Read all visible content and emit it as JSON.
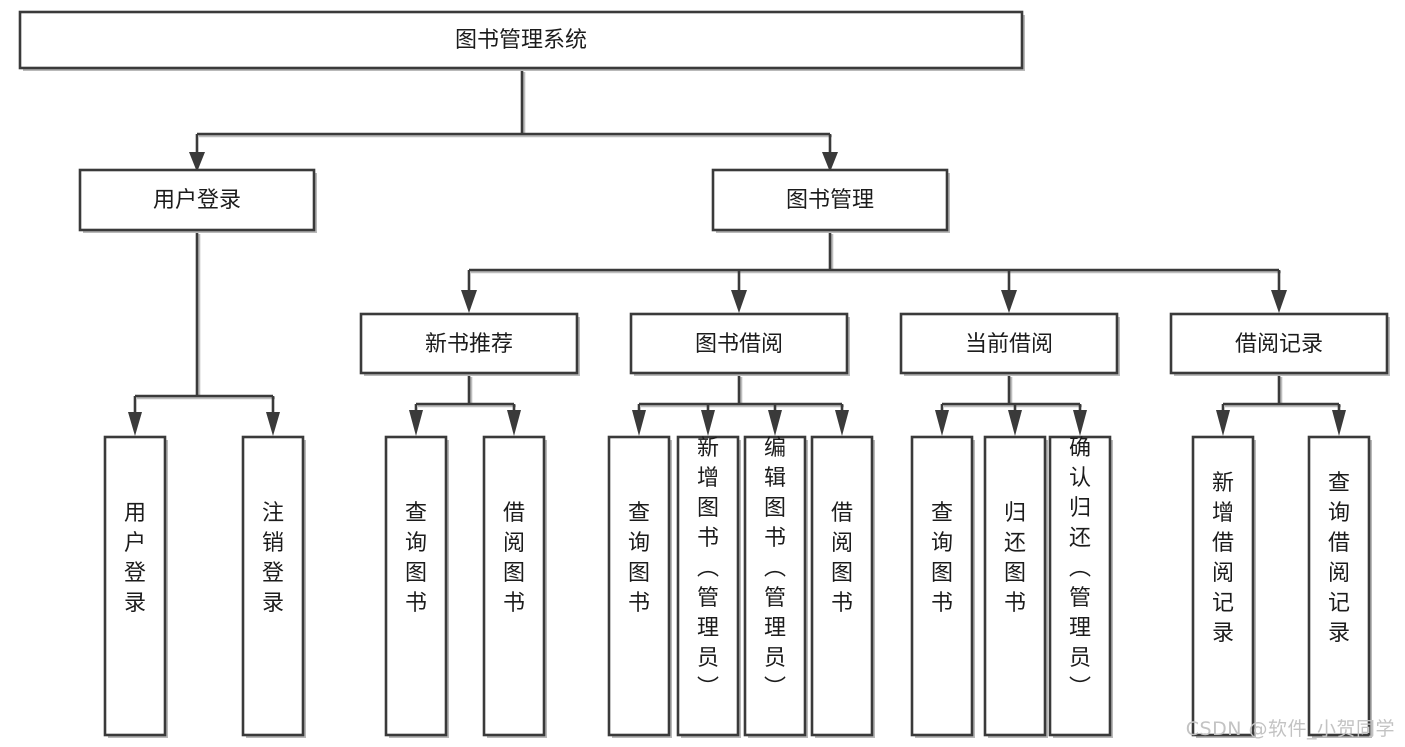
{
  "diagram": {
    "type": "tree",
    "title": "图书管理系统",
    "orientation": "top-down",
    "style": {
      "box_fill": "#ffffff",
      "box_stroke": "#3a3a3a",
      "text_color": "#1c1c1c",
      "background": "#ffffff",
      "shadow_color": "#bdbdbd"
    },
    "levels": 4,
    "nodes": {
      "root": {
        "label": "图书管理系统"
      },
      "level2": [
        {
          "label": "用户登录"
        },
        {
          "label": "图书管理"
        }
      ],
      "level3": [
        {
          "label": "新书推荐"
        },
        {
          "label": "图书借阅"
        },
        {
          "label": "当前借阅"
        },
        {
          "label": "借阅记录"
        }
      ],
      "leaves_user_login": [
        {
          "label": "用户登录"
        },
        {
          "label": "注销登录"
        }
      ],
      "leaves_new_book": [
        {
          "label": "查询图书"
        },
        {
          "label": "借阅图书"
        }
      ],
      "leaves_book_borrow": [
        {
          "label": "查询图书"
        },
        {
          "label": "新增图书（管理员）"
        },
        {
          "label": "编辑图书（管理员）"
        },
        {
          "label": "借阅图书"
        }
      ],
      "leaves_current_borrow": [
        {
          "label": "查询图书"
        },
        {
          "label": "归还图书"
        },
        {
          "label": "确认归还（管理员）"
        }
      ],
      "leaves_borrow_record": [
        {
          "label": "新增借阅记录"
        },
        {
          "label": "查询借阅记录"
        }
      ]
    }
  },
  "watermark": {
    "text": "CSDN @软件_小贺同学"
  }
}
